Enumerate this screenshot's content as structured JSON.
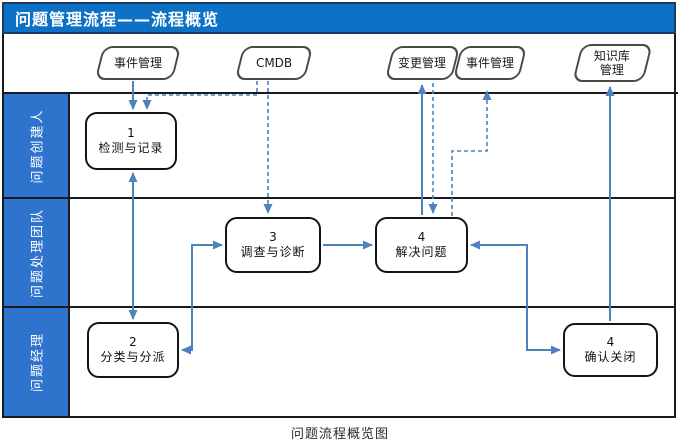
{
  "title": "问题管理流程——流程概览",
  "caption": "问题流程概览图",
  "colors": {
    "titlebar_bg": "#0d72c6",
    "titlebar_border": "#1e3a60",
    "lane_label_bg": "#2e74cd",
    "connector_blue": "#4f81bd",
    "box_border": "#141414",
    "ext_border": "#4a4a4a"
  },
  "external_entities": [
    {
      "label": "事件管理",
      "text": "事件管理"
    },
    {
      "label": "CMDB",
      "text": "CMDB"
    },
    {
      "label": "变更管理",
      "text": "变更管理"
    },
    {
      "label": "事件管理",
      "text": "事件管理"
    },
    {
      "label": "知识库管理",
      "text": "知识库\n管理"
    }
  ],
  "lanes": [
    {
      "label": "问题创建人"
    },
    {
      "label": "问题处理团队"
    },
    {
      "label": "问题经理"
    }
  ],
  "steps": [
    {
      "number": "1",
      "label": "检测与记录"
    },
    {
      "number": "2",
      "label": "分类与分派"
    },
    {
      "number": "3",
      "label": "调查与诊断"
    },
    {
      "number": "4",
      "label": "解决问题"
    },
    {
      "number": "4",
      "label": "确认关闭"
    }
  ],
  "connectors": [
    {
      "from": "事件管理",
      "to": "检测与记录",
      "style": "solid"
    },
    {
      "from": "CMDB",
      "to": "检测与记录",
      "style": "dashed"
    },
    {
      "from": "CMDB",
      "to": "调查与诊断",
      "style": "dashed"
    },
    {
      "from": "检测与记录",
      "to": "分类与分派",
      "style": "solid-bidirectional"
    },
    {
      "from": "分类与分派",
      "to": "调查与诊断",
      "style": "solid-bidirectional"
    },
    {
      "from": "调查与诊断",
      "to": "解决问题",
      "style": "solid"
    },
    {
      "from": "解决问题",
      "to": "变更管理",
      "style": "solid"
    },
    {
      "from": "变更管理",
      "to": "解决问题",
      "style": "dashed"
    },
    {
      "from": "解决问题",
      "to": "事件管理",
      "style": "dashed"
    },
    {
      "from": "解决问题",
      "to": "确认关闭",
      "style": "solid-bidirectional"
    },
    {
      "from": "确认关闭",
      "to": "知识库管理",
      "style": "solid"
    }
  ]
}
